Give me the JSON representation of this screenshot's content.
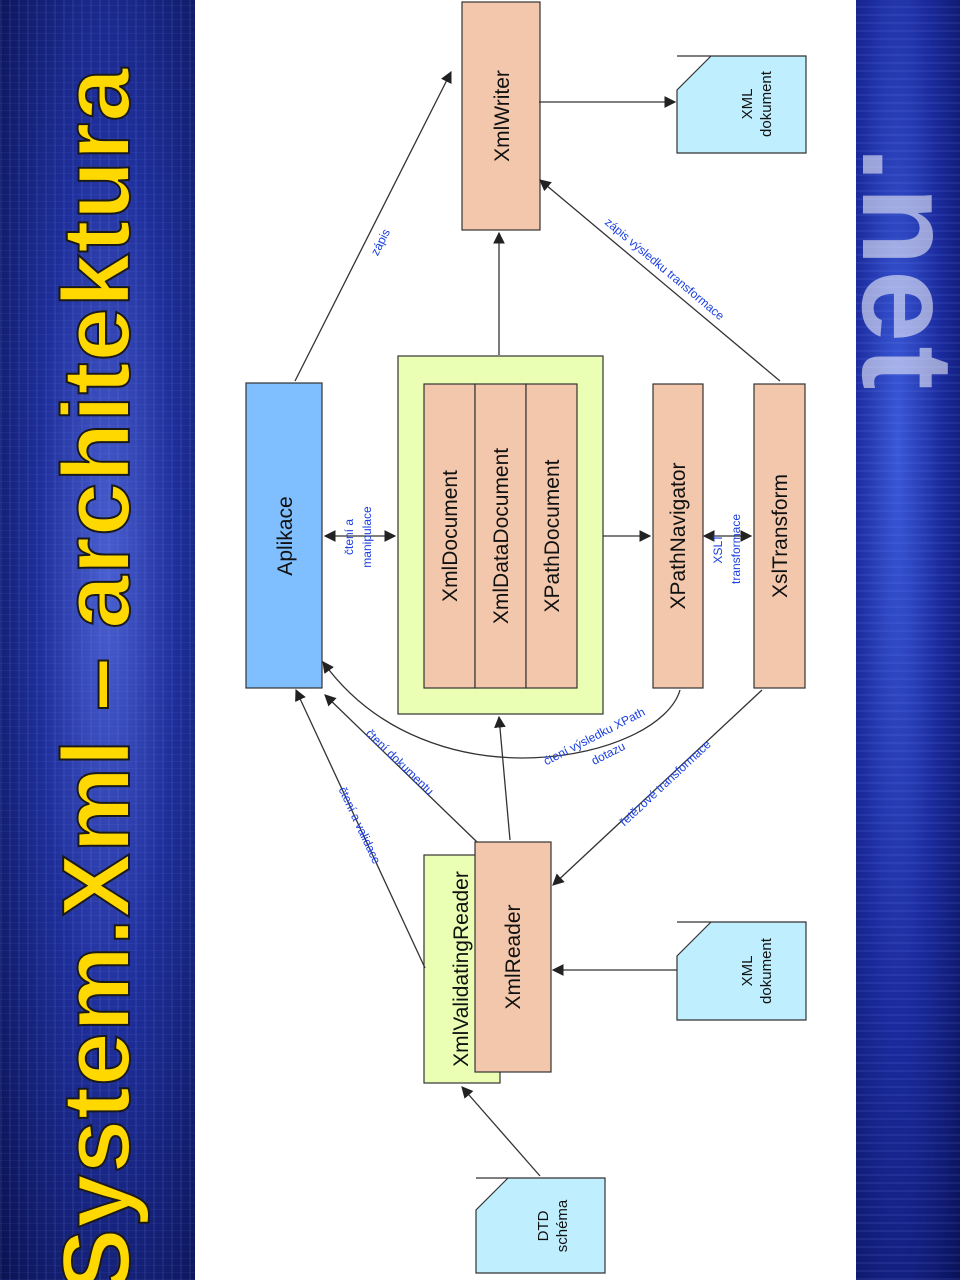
{
  "title": "System.Xml – architektura",
  "logo": ".net",
  "nodes": {
    "aplikace": "Aplikace",
    "xml_document": "XmlDocument",
    "xml_data_document": "XmlDataDocument",
    "xpath_document": "XPathDocument",
    "xpath_navigator": "XPathNavigator",
    "xsl_transform": "XslTransform",
    "xml_writer": "XmlWriter",
    "xml_validating_reader": "XmlValidatingReader",
    "xml_reader": "XmlReader",
    "doc_out": [
      "XML",
      "dokument"
    ],
    "doc_in": [
      "XML",
      "dokument"
    ],
    "dtd": [
      "DTD",
      "schéma"
    ]
  },
  "edges": {
    "zapis": "zápis",
    "cteni_manipulace": [
      "čtení a",
      "manipulace"
    ],
    "xslt": [
      "XSLT",
      "transformace"
    ],
    "zapis_vysledku": "zápis výsledku transformace",
    "cteni_vysledku": [
      "čtení výsledku XPath",
      "dotazu"
    ],
    "retezove": "řetězové transformace",
    "cteni_dokumentu": "čtení dokumentu",
    "cteni_validace": "čtení a validace"
  },
  "colors": {
    "title": "#ffd800",
    "edge_label": "#1a3fe0",
    "peach": "#f3c7ac",
    "blue": "#7fbfff",
    "green": "#eaffb3",
    "doc": "#bfefff"
  }
}
